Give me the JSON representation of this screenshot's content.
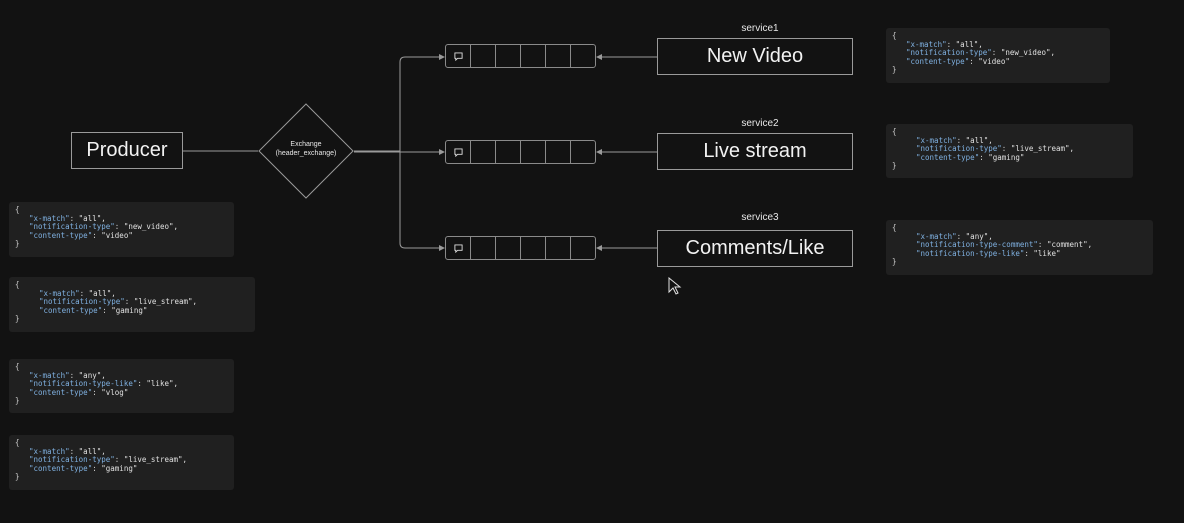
{
  "producer": {
    "label": "Producer"
  },
  "exchange": {
    "line1": "Exchange",
    "line2": "(header_exchange)"
  },
  "services": [
    {
      "name": "service1",
      "title": "New Video"
    },
    {
      "name": "service2",
      "title": "Live stream"
    },
    {
      "name": "service3",
      "title": "Comments/Like"
    }
  ],
  "service_bindings": [
    {
      "open": "{",
      "rows": [
        {
          "key": "\"x-match\"",
          "value": "\"all\","
        },
        {
          "key": "\"notification-type\"",
          "value": "\"new_video\","
        },
        {
          "key": "\"content-type\"",
          "value": "\"video\""
        }
      ],
      "close": "}"
    },
    {
      "open": "{",
      "rows": [
        {
          "key": "\"x-match\"",
          "value": "\"all\","
        },
        {
          "key": "\"notification-type\"",
          "value": "\"live_stream\","
        },
        {
          "key": "\"content-type\"",
          "value": "\"gaming\""
        }
      ],
      "close": "}"
    },
    {
      "open": "{",
      "rows": [
        {
          "key": "\"x-match\"",
          "value": "\"any\","
        },
        {
          "key": "\"notification-type-comment\"",
          "value": "\"comment\","
        },
        {
          "key": "\"notification-type-like\"",
          "value": "\"like\""
        }
      ],
      "close": "}"
    }
  ],
  "producer_messages": [
    {
      "open": "{",
      "rows": [
        {
          "key": "\"x-match\"",
          "value": "\"all\","
        },
        {
          "key": "\"notification-type\"",
          "value": "\"new_video\","
        },
        {
          "key": "\"content-type\"",
          "value": "\"video\""
        }
      ],
      "close": "}"
    },
    {
      "open": "{",
      "rows": [
        {
          "key": "\"x-match\"",
          "value": "\"all\","
        },
        {
          "key": "\"notification-type\"",
          "value": "\"live_stream\","
        },
        {
          "key": "\"content-type\"",
          "value": "\"gaming\""
        }
      ],
      "close": "}"
    },
    {
      "open": "{",
      "rows": [
        {
          "key": "\"x-match\"",
          "value": "\"any\","
        },
        {
          "key": "\"notification-type-like\"",
          "value": "\"like\","
        },
        {
          "key": "\"content-type\"",
          "value": "\"vlog\""
        }
      ],
      "close": "}"
    },
    {
      "open": "{",
      "rows": [
        {
          "key": "\"x-match\"",
          "value": "\"all\","
        },
        {
          "key": "\"notification-type\"",
          "value": "\"live_stream\","
        },
        {
          "key": "\"content-type\"",
          "value": "\"gaming\""
        }
      ],
      "close": "}"
    }
  ],
  "colors": {
    "background": "#121212",
    "line": "#9a9a9a",
    "code_bg": "#202020",
    "code_key": "#7fb0e0"
  },
  "icons": {
    "queue_head": "message-icon",
    "pointer": "cursor-icon"
  }
}
